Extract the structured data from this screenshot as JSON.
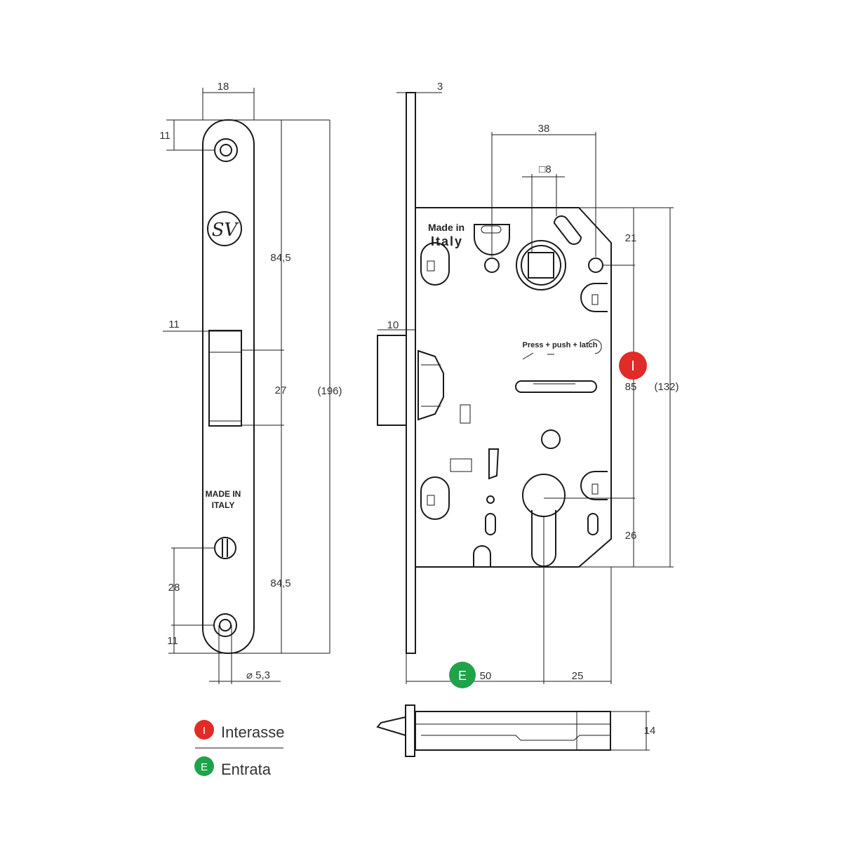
{
  "front_view": {
    "width": "18",
    "top_hole": "11",
    "upper_length": "84,5",
    "latch_offset": "11",
    "latch_height": "27",
    "total_length": "(196)",
    "lower_length": "84,5",
    "screw_spacing": "28",
    "bottom_hole": "11",
    "hole_diameter": "⌀ 5,3",
    "logo_text": "SV",
    "made_in_line1": "MADE IN",
    "made_in_line2": "ITALY"
  },
  "side_view": {
    "faceplate_thickness": "3",
    "spindle_distance": "38",
    "spindle_square": "□8",
    "latch_projection": "10",
    "top_offset": "21",
    "interaxis": "85",
    "body_height": "(132)",
    "bottom_offset": "26",
    "backset": "50",
    "cylinder_edge": "25",
    "case_depth": "14",
    "made_in_line1": "Made in",
    "made_in_line2": "Italy",
    "instruction": "Press + push + latch"
  },
  "legend": [
    {
      "badge": "I",
      "label": "Interasse",
      "color": "#e02b27"
    },
    {
      "badge": "E",
      "label": "Entrata",
      "color": "#1fa34a"
    }
  ]
}
